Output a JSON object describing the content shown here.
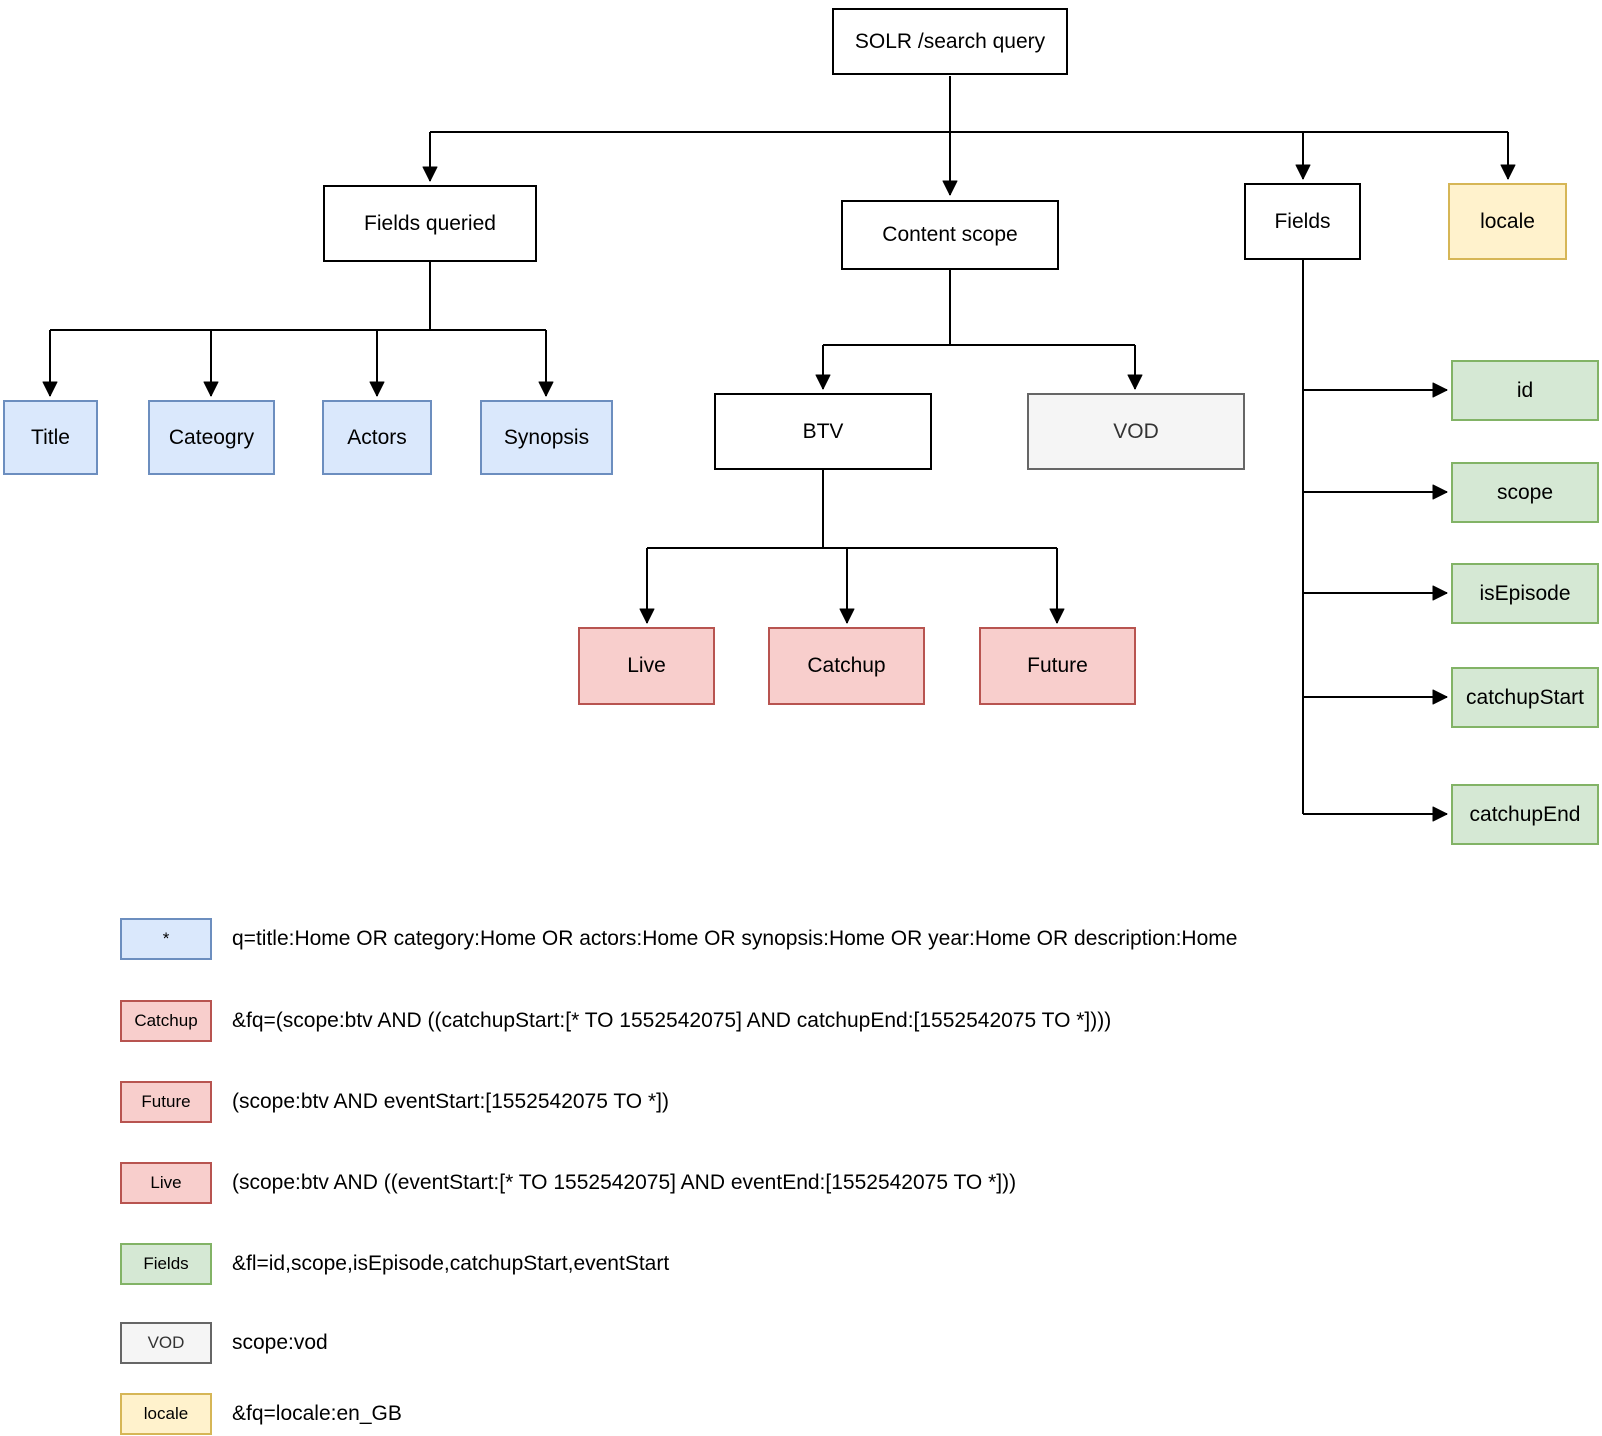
{
  "diagram": {
    "root": {
      "label": "SOLR /search query"
    },
    "fields_queried": {
      "label": "Fields queried"
    },
    "content_scope": {
      "label": "Content scope"
    },
    "fields": {
      "label": "Fields"
    },
    "locale": {
      "label": "locale"
    },
    "queried": {
      "title": {
        "label": "Title"
      },
      "category": {
        "label": "Cateogry"
      },
      "actors": {
        "label": "Actors"
      },
      "synopsis": {
        "label": "Synopsis"
      }
    },
    "scopes": {
      "btv": {
        "label": "BTV"
      },
      "vod": {
        "label": "VOD"
      }
    },
    "btv_children": {
      "live": {
        "label": "Live"
      },
      "catchup": {
        "label": "Catchup"
      },
      "future": {
        "label": "Future"
      }
    },
    "field_list": {
      "id": {
        "label": "id"
      },
      "scope": {
        "label": "scope"
      },
      "is_episode": {
        "label": "isEpisode"
      },
      "catchup_start": {
        "label": "catchupStart"
      },
      "catchup_end": {
        "label": "catchupEnd"
      }
    },
    "colors": {
      "blue_fill": "#dae8fc",
      "blue_border": "#6c8ebf",
      "red_fill": "#f8cecc",
      "red_border": "#b85450",
      "green_fill": "#d5e8d4",
      "green_border": "#82b366",
      "yellow_fill": "#fff2cc",
      "yellow_border": "#d6b656",
      "gray_fill": "#f5f5f5",
      "gray_border": "#666666",
      "line": "#000000"
    }
  },
  "legend": {
    "items": [
      {
        "swatch": "*",
        "swatch_type": "blue",
        "text": "q=title:Home OR category:Home OR actors:Home OR synopsis:Home OR year:Home OR description:Home"
      },
      {
        "swatch": "Catchup",
        "swatch_type": "red",
        "text": "&fq=(scope:btv AND ((catchupStart:[* TO 1552542075] AND catchupEnd:[1552542075 TO *])))"
      },
      {
        "swatch": "Future",
        "swatch_type": "red",
        "text": "(scope:btv AND eventStart:[1552542075 TO *])"
      },
      {
        "swatch": "Live",
        "swatch_type": "red",
        "text": "(scope:btv AND ((eventStart:[* TO 1552542075] AND eventEnd:[1552542075 TO *]))"
      },
      {
        "swatch": "Fields",
        "swatch_type": "green",
        "text": "&fl=id,scope,isEpisode,catchupStart,eventStart"
      },
      {
        "swatch": "VOD",
        "swatch_type": "gray",
        "text": "scope:vod"
      },
      {
        "swatch": "locale",
        "swatch_type": "yellow",
        "text": "&fq=locale:en_GB"
      }
    ]
  }
}
